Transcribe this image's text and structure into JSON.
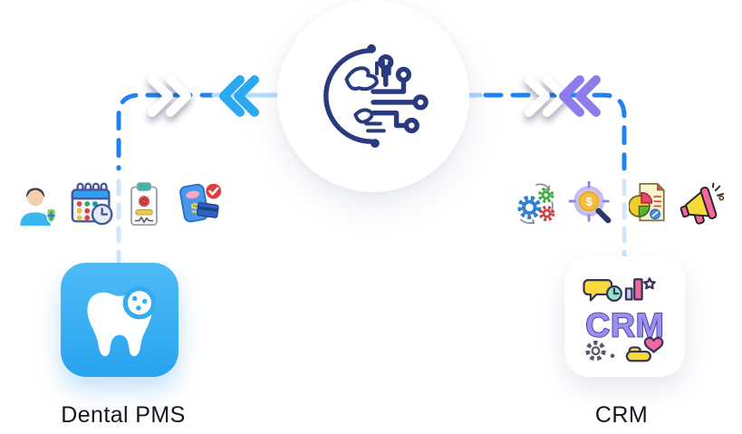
{
  "hub": {
    "icon": "globe-circuit-icon",
    "icon_color": "#2a3a7e",
    "background": "#ffffff"
  },
  "connectors": {
    "dash_color": "#1f82f2",
    "faded_dash_color": "#cfe6fb",
    "light_dash_color": "#aad4f8",
    "left_chevron_color": "#2aa9f2",
    "right_chevron_color": "#8d7cec",
    "outbound_chevron_color": "#ffffff"
  },
  "left_group": {
    "label": "Dental PMS",
    "currency_symbol": "$",
    "box_colors": {
      "top": "#4ebbf6",
      "bottom": "#28a3ef"
    },
    "box_icon": "tooth-icon",
    "feature_icons": [
      "patient-icon",
      "appointment-calendar-icon",
      "medical-record-icon",
      "billing-icon"
    ]
  },
  "right_group": {
    "label": "CRM",
    "crm_text": "CRM",
    "currency_symbol": "$",
    "box_icon": "crm-illustration-icon",
    "feature_icons": [
      "automation-gears-icon",
      "search-target-icon",
      "analytics-report-icon",
      "megaphone-icon"
    ]
  }
}
